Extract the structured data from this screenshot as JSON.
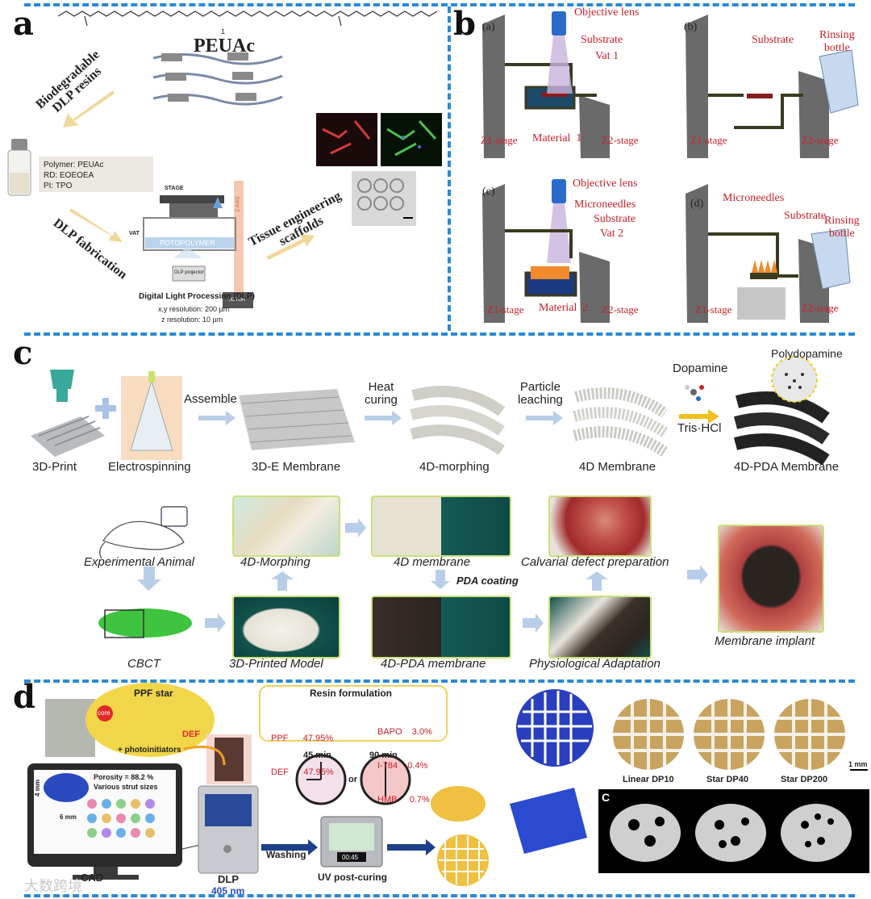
{
  "panels": {
    "a": "a",
    "b": "b",
    "c": "c",
    "d": "d"
  },
  "a": {
    "title": "PEUAc",
    "subscript_1": "1",
    "arrow1": "Biodegradable\nDLP resins",
    "vial_lines": [
      "Polymer: PEUAc",
      "RD: EOEOEA",
      "PI: TPO"
    ],
    "arrow2": "DLP fabrication",
    "arrow3": "Tissue engineering\nscaffolds",
    "stage": "STAGE",
    "vat": "VAT",
    "potopolymer": "POTOPOLYMER",
    "projector": "DLP projector",
    "motor": "MOTOR",
    "zaxis": "Z-AXIS",
    "dlp_caption": "Digital Light Processing (DLP)",
    "res_xy": "x,y resolution: 200 µm",
    "res_z": "z resolution: 10 µm"
  },
  "b": {
    "a_label": "(a)",
    "b_label": "(b)",
    "c_label": "(c)",
    "d_label": "(d)",
    "objective": "Objective lens",
    "substrate": "Substrate",
    "vat1": "Vat 1",
    "material1": "Material  1",
    "z1": "Z1-stage",
    "z2": "Z2-stage",
    "rinsing": "Rinsing\nbottle",
    "microneedles": "Microneedles",
    "vat2": "Vat 2",
    "material2": "Material  2"
  },
  "c": {
    "top_labels": [
      "3D-Print",
      "Electrospinning",
      "3D-E Membrane",
      "4D-morphing",
      "4D Membrane",
      "4D-PDA Membrane"
    ],
    "assemble": "Assemble",
    "heat": "Heat\ncuring",
    "particle": "Particle\nleaching",
    "dopamine": "Dopamine",
    "tris": "Tris·HCl",
    "polydopamine": "Polydopamine",
    "experimental": "Experimental Animal",
    "cbct": "CBCT",
    "morphing": "4D-Morphing",
    "printed_model": "3D-Printed Model",
    "membrane4d": "4D membrane",
    "pda_coating": "PDA coating",
    "pda_membrane": "4D-PDA membrane",
    "calvarial": "Calvarial defect preparation",
    "physio": "Physiological Adaptation",
    "implant": "Membrane implant"
  },
  "d": {
    "ppf_star": "PPF star",
    "core": "core",
    "def": "DEF",
    "photo": "+ photoinitiators",
    "resin_title": "Resin formulation",
    "resin_left": [
      "PPF      47.95%",
      "DEF      47.95%"
    ],
    "resin_right": [
      "BAPO    3.0%",
      "I-784    0.4%",
      "HMB     0.7%"
    ],
    "porosity": "Porosity = 88.2 %",
    "strut": "Various strut sizes",
    "dim4": "4 mm",
    "dim6": "6 mm",
    "cad": "CAD",
    "dlp": "DLP",
    "nm": "405 nm",
    "washing": "Washing",
    "uv": "UV post-curing",
    "timer": "00:45",
    "t45": "45 min",
    "t90": "90 min",
    "or": "or",
    "linear": "Linear DP10",
    "stardp40": "Star DP40",
    "stardp200": "Star DP200",
    "scale": "1 mm",
    "c_label": "C",
    "watermark": "大数跨境"
  }
}
